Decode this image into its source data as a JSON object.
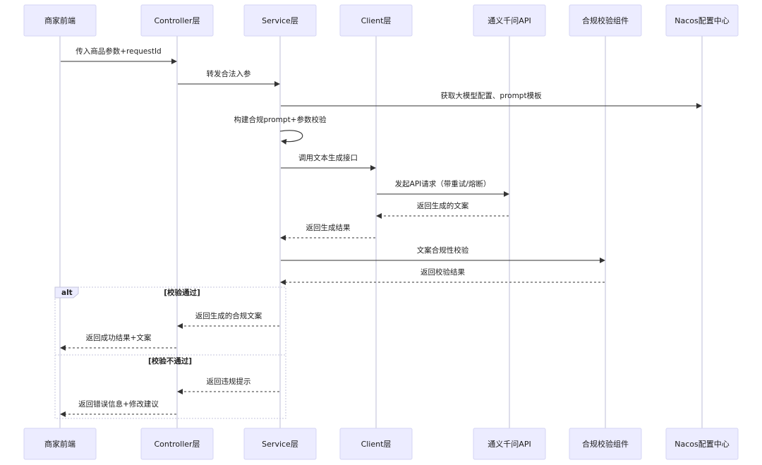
{
  "participants": [
    "商家前端",
    "Controller层",
    "Service层",
    "Client层",
    "通义千问API",
    "合规校验组件",
    "Nacos配置中心"
  ],
  "messages": [
    {
      "from": 0,
      "to": 1,
      "text": "传入商品参数+requestId",
      "dashed": false
    },
    {
      "from": 1,
      "to": 2,
      "text": "转发合法入参",
      "dashed": false
    },
    {
      "from": 2,
      "to": 6,
      "text": "获取大模型配置、prompt模板",
      "dashed": false
    },
    {
      "from": 2,
      "to": 2,
      "text": "构建合规prompt+参数校验",
      "dashed": false,
      "self": true
    },
    {
      "from": 2,
      "to": 3,
      "text": "调用文本生成接口",
      "dashed": false
    },
    {
      "from": 3,
      "to": 4,
      "text": "发起API请求（带重试/熔断）",
      "dashed": false
    },
    {
      "from": 4,
      "to": 3,
      "text": "返回生成的文案",
      "dashed": true
    },
    {
      "from": 3,
      "to": 2,
      "text": "返回生成结果",
      "dashed": true
    },
    {
      "from": 2,
      "to": 5,
      "text": "文案合规性校验",
      "dashed": false
    },
    {
      "from": 5,
      "to": 2,
      "text": "返回校验结果",
      "dashed": true
    },
    {
      "from": 2,
      "to": 1,
      "text": "返回生成的合规文案",
      "dashed": true
    },
    {
      "from": 1,
      "to": 0,
      "text": "返回成功结果+文案",
      "dashed": true
    },
    {
      "from": 2,
      "to": 1,
      "text": "返回违规提示",
      "dashed": true
    },
    {
      "from": 1,
      "to": 0,
      "text": "返回错误信息+修改建议",
      "dashed": true
    }
  ],
  "alt_block": {
    "label": "alt",
    "condition1": "[校验通过]",
    "condition2": "[校验不通过]"
  },
  "colors": {
    "actor_fill": "#ececff",
    "actor_stroke": "#d4d4f4",
    "line": "#333333",
    "lifeline": "#c9c9de"
  }
}
